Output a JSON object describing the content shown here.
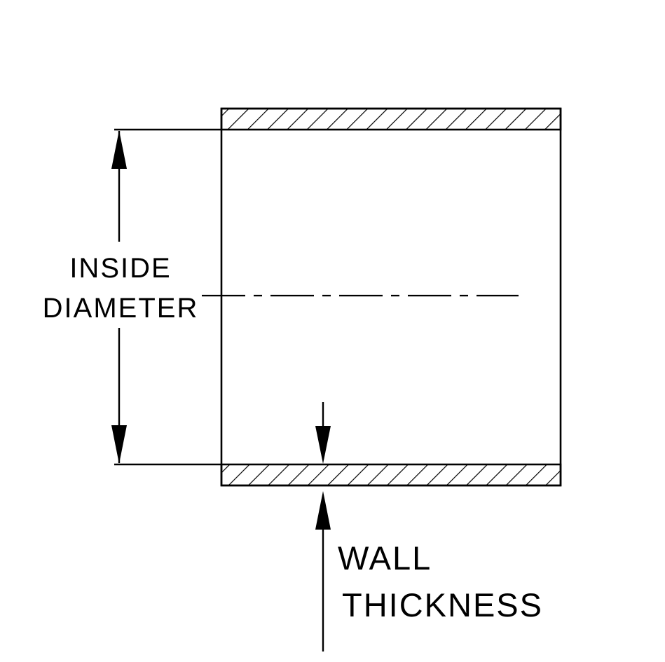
{
  "diagram": {
    "type": "technical-drawing",
    "description": "Cross-section of a tube/hose wall with dimension callouts",
    "labels": {
      "inside_diameter_line1": "INSIDE",
      "inside_diameter_line2": "DIAMETER",
      "wall_thickness_line1": "WALL",
      "wall_thickness_line2": "THICKNESS"
    },
    "colors": {
      "line": "#000000",
      "background": "#ffffff"
    }
  }
}
